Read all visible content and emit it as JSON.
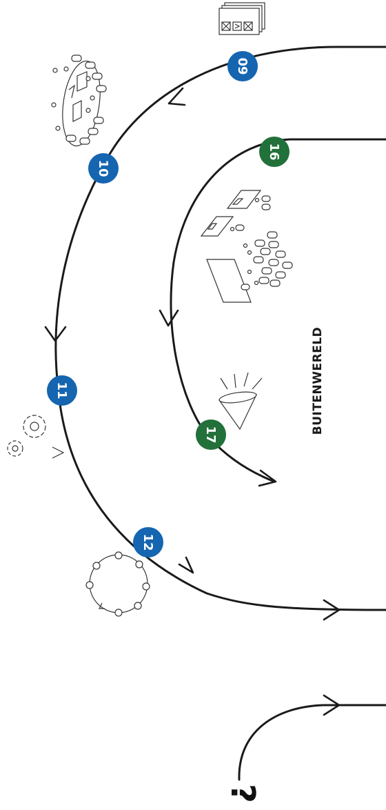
{
  "colors": {
    "blue_badge": "#1565b0",
    "green_badge": "#22703a",
    "line": "#1a1a1a"
  },
  "steps": [
    {
      "number": "09",
      "track": "outer",
      "icon": "document-stack-icon"
    },
    {
      "number": "10",
      "track": "outer",
      "icon": "meeting-table-icon"
    },
    {
      "number": "11",
      "track": "outer",
      "icon": "gears-icon"
    },
    {
      "number": "12",
      "track": "outer",
      "icon": "cycle-icon"
    },
    {
      "number": "16",
      "track": "inner",
      "icon": "presentation-audience-icon"
    },
    {
      "number": "17",
      "track": "inner",
      "icon": "megaphone-icon"
    }
  ],
  "labels": {
    "buitenwereld": "BUITENWERELD",
    "question_mark": "?"
  }
}
